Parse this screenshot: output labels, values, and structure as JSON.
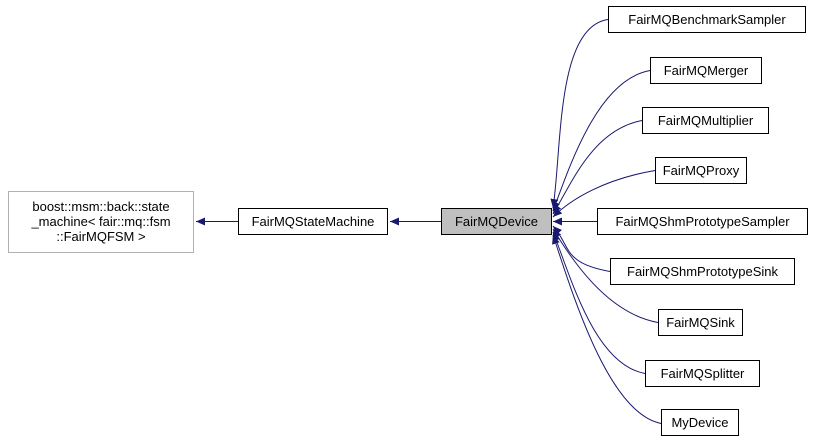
{
  "nodes": {
    "external_base": {
      "lines": [
        "boost::msm::back::state",
        "_machine&lt; fair::mq::fsm",
        "::FairMQFSM &gt;"
      ],
      "label": "boost::msm::back::state_machine< fair::mq::fsm::FairMQFSM >"
    },
    "base": {
      "label": "FairMQStateMachine"
    },
    "focus": {
      "label": "FairMQDevice"
    },
    "derived": [
      {
        "label": "FairMQBenchmarkSampler"
      },
      {
        "label": "FairMQMerger"
      },
      {
        "label": "FairMQMultiplier"
      },
      {
        "label": "FairMQProxy"
      },
      {
        "label": "FairMQShmPrototypeSampler"
      },
      {
        "label": "FairMQShmPrototypeSink"
      },
      {
        "label": "FairMQSink"
      },
      {
        "label": "FairMQSplitter"
      },
      {
        "label": "MyDevice"
      }
    ]
  },
  "colors": {
    "edge": "#191970",
    "focus_fill": "#bfbfbf",
    "node_border": "#000000",
    "external_border": "#b0b0b0",
    "background": "#ffffff",
    "text": "#000000"
  }
}
